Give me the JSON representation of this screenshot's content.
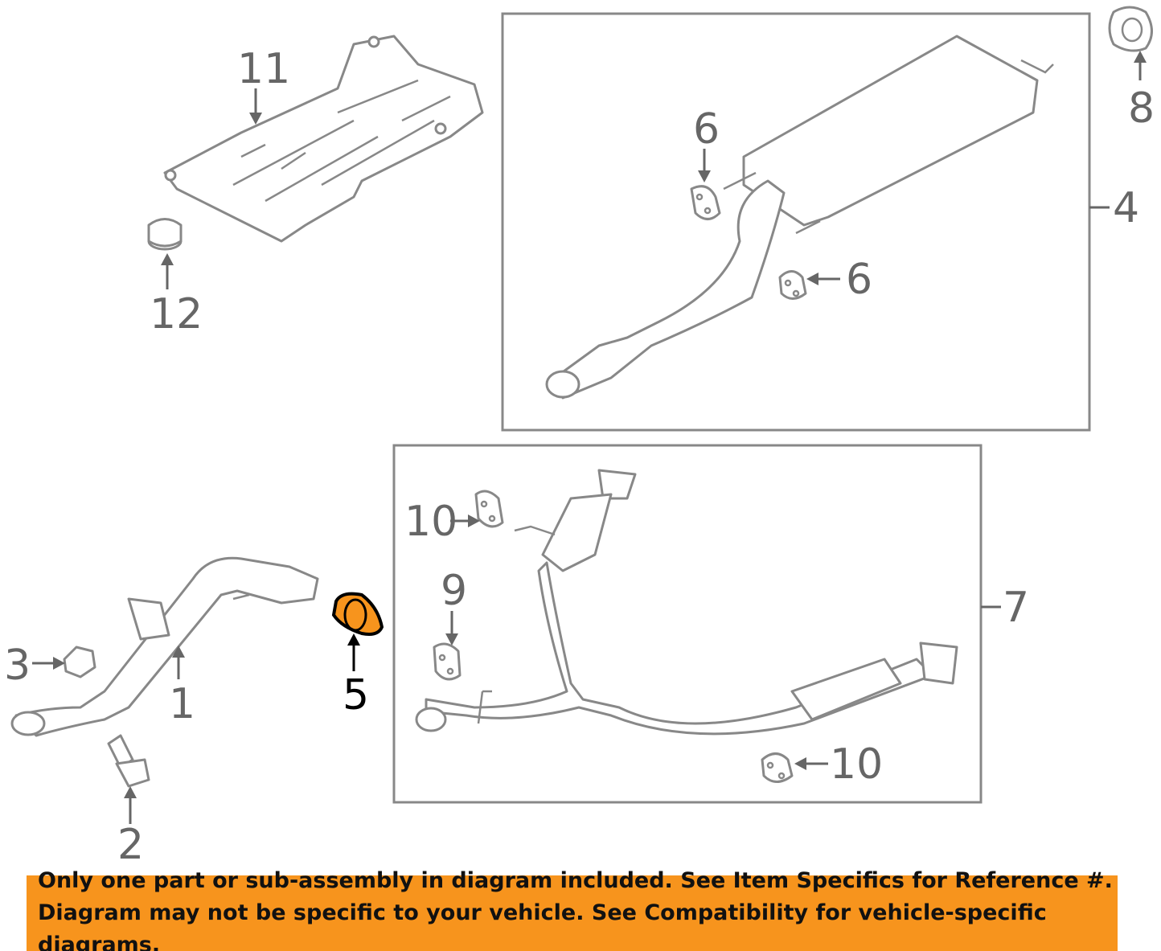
{
  "diagram": {
    "highlight_color": "#F7941D",
    "callouts": {
      "c11": "11",
      "c12": "12",
      "c6a": "6",
      "c6b": "6",
      "c8": "8",
      "c4": "4",
      "c10a": "10",
      "c9": "9",
      "c7": "7",
      "c10b": "10",
      "c3": "3",
      "c1": "1",
      "c5": "5",
      "c2": "2"
    }
  },
  "banner": {
    "line1": "Only one part or sub-assembly in diagram included. See Item Specifics for Reference #.",
    "line2": "Diagram may not be specific to your vehicle. See Compatibility for vehicle-specific diagrams."
  }
}
